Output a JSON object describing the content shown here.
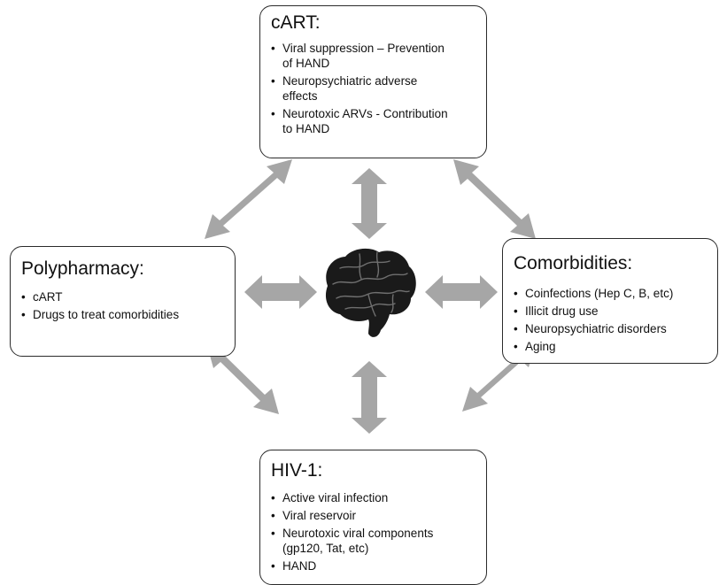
{
  "boxes": {
    "cart": {
      "title": "cART:",
      "items": [
        [
          "Viral suppression – Prevention",
          "of HAND"
        ],
        [
          "Neuropsychiatric adverse",
          "effects"
        ],
        [
          "Neurotoxic ARVs - Contribution",
          "to HAND"
        ]
      ]
    },
    "polypharmacy": {
      "title": "Polypharmacy:",
      "items": [
        [
          "cART"
        ],
        [
          "Drugs to treat comorbidities"
        ]
      ]
    },
    "comorbidities": {
      "title": "Comorbidities:",
      "items": [
        [
          "Coinfections (Hep C, B, etc)"
        ],
        [
          "Illicit drug use"
        ],
        [
          "Neuropsychiatric disorders"
        ],
        [
          "Aging"
        ]
      ]
    },
    "hiv": {
      "title": "HIV-1:",
      "items": [
        [
          "Active viral infection"
        ],
        [
          "Viral reservoir"
        ],
        [
          "Neurotoxic viral components",
          "(gp120, Tat, etc)"
        ],
        [
          "HAND"
        ]
      ]
    }
  },
  "center_icon": "brain-icon",
  "colors": {
    "arrow": "#a6a6a6",
    "border": "#2b2b2b",
    "brain": "#1a1a1a"
  }
}
